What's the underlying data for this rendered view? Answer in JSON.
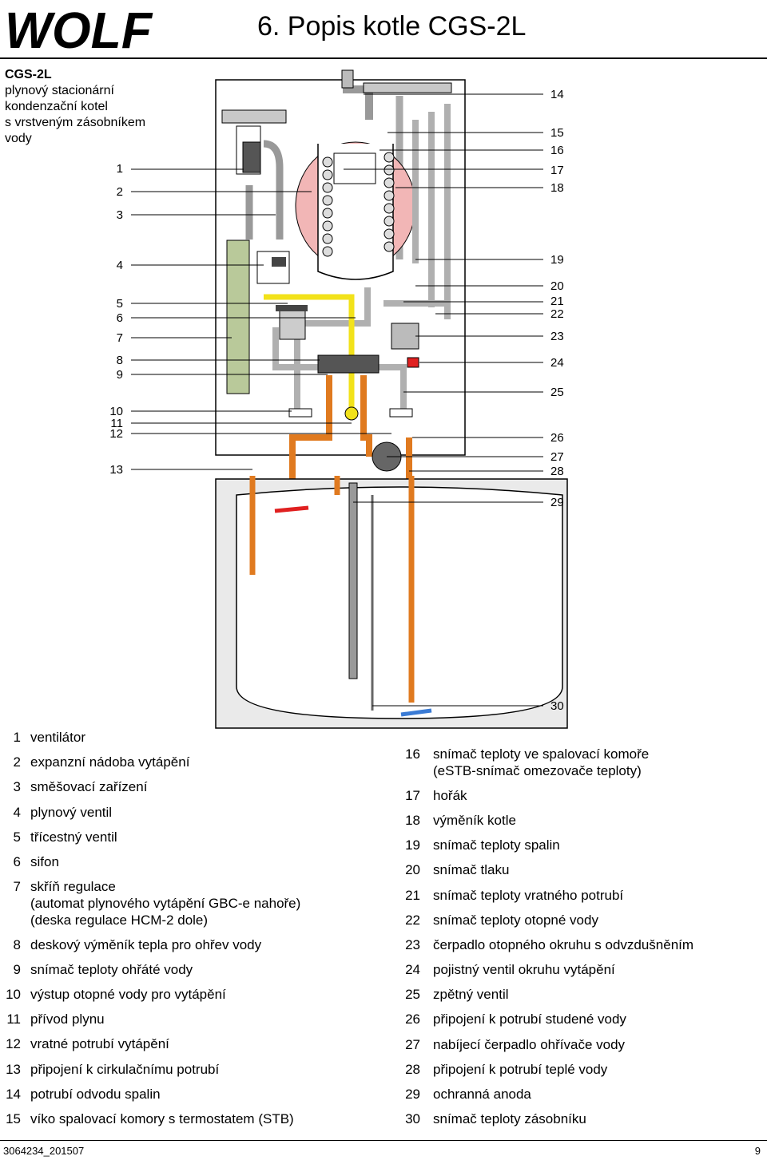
{
  "header": {
    "title": "6.  Popis kotle CGS-2L",
    "logo_text": "WOLF"
  },
  "description": {
    "name": "CGS-2L",
    "lines": [
      "plynový stacionární",
      "kondenzační kotel",
      "s vrstveným zásobníkem",
      "vody"
    ]
  },
  "callouts_left": [
    "1",
    "2",
    "3",
    "4",
    "5",
    "6",
    "7",
    "8",
    "9",
    "10",
    "11",
    "12",
    "13"
  ],
  "callouts_right": [
    "14",
    "15",
    "16",
    "17",
    "18",
    "19",
    "20",
    "21",
    "22",
    "23",
    "24",
    "25",
    "26",
    "27",
    "28",
    "29",
    "30"
  ],
  "legend_left": [
    {
      "n": "1",
      "t": "ventilátor"
    },
    {
      "n": "2",
      "t": "expanzní nádoba vytápění"
    },
    {
      "n": "3",
      "t": "směšovací zařízení"
    },
    {
      "n": "4",
      "t": "plynový ventil"
    },
    {
      "n": "5",
      "t": "třícestný ventil"
    },
    {
      "n": "6",
      "t": "sifon"
    },
    {
      "n": "7",
      "t": "skříň regulace"
    },
    {
      "n": "",
      "t": "(automat plynového vytápění GBC-e nahoře)"
    },
    {
      "n": "",
      "t": "(deska regulace HCM-2 dole)"
    },
    {
      "n": "8",
      "t": "deskový výměník tepla pro ohřev vody"
    },
    {
      "n": "9",
      "t": "snímač teploty ohřáté vody"
    },
    {
      "n": "10",
      "t": "výstup otopné vody pro vytápění"
    },
    {
      "n": "11",
      "t": "přívod plynu"
    },
    {
      "n": "12",
      "t": "vratné potrubí vytápění"
    },
    {
      "n": "13",
      "t": "připojení k cirkulačnímu potrubí"
    },
    {
      "n": "14",
      "t": "potrubí odvodu spalin"
    },
    {
      "n": "15",
      "t": "víko spalovací komory s termostatem (STB)"
    }
  ],
  "legend_right": [
    {
      "n": "16",
      "t": "snímač teploty ve spalovací komoře"
    },
    {
      "n": "",
      "t": "(eSTB-snímač omezovače teploty)"
    },
    {
      "n": "17",
      "t": "hořák"
    },
    {
      "n": "18",
      "t": "výměník kotle"
    },
    {
      "n": "19",
      "t": "snímač teploty spalin"
    },
    {
      "n": "20",
      "t": "snímač tlaku"
    },
    {
      "n": "21",
      "t": "snímač teploty vratného potrubí"
    },
    {
      "n": "22",
      "t": "snímač teploty otopné vody"
    },
    {
      "n": "23",
      "t": "čerpadlo otopného okruhu s odvzdušněním"
    },
    {
      "n": "24",
      "t": "pojistný ventil okruhu vytápění"
    },
    {
      "n": "25",
      "t": "zpětný ventil"
    },
    {
      "n": "26",
      "t": "připojení k potrubí studené vody"
    },
    {
      "n": "27",
      "t": "nabíjecí čerpadlo ohřívače vody"
    },
    {
      "n": "28",
      "t": "připojení k potrubí teplé vody"
    },
    {
      "n": "29",
      "t": "ochranná anoda"
    },
    {
      "n": "30",
      "t": "snímač teploty zásobníku"
    }
  ],
  "footer": {
    "doc_code": "3064234_201507",
    "page": "9"
  },
  "colors": {
    "hot_pipe": "#e07a1f",
    "gray_pipe": "#b0b0b0",
    "gas_pipe": "#f2e21a",
    "control_box": "#b9c99a",
    "burner": "#f2b6b6",
    "tank_bg": "#eaeaea"
  }
}
